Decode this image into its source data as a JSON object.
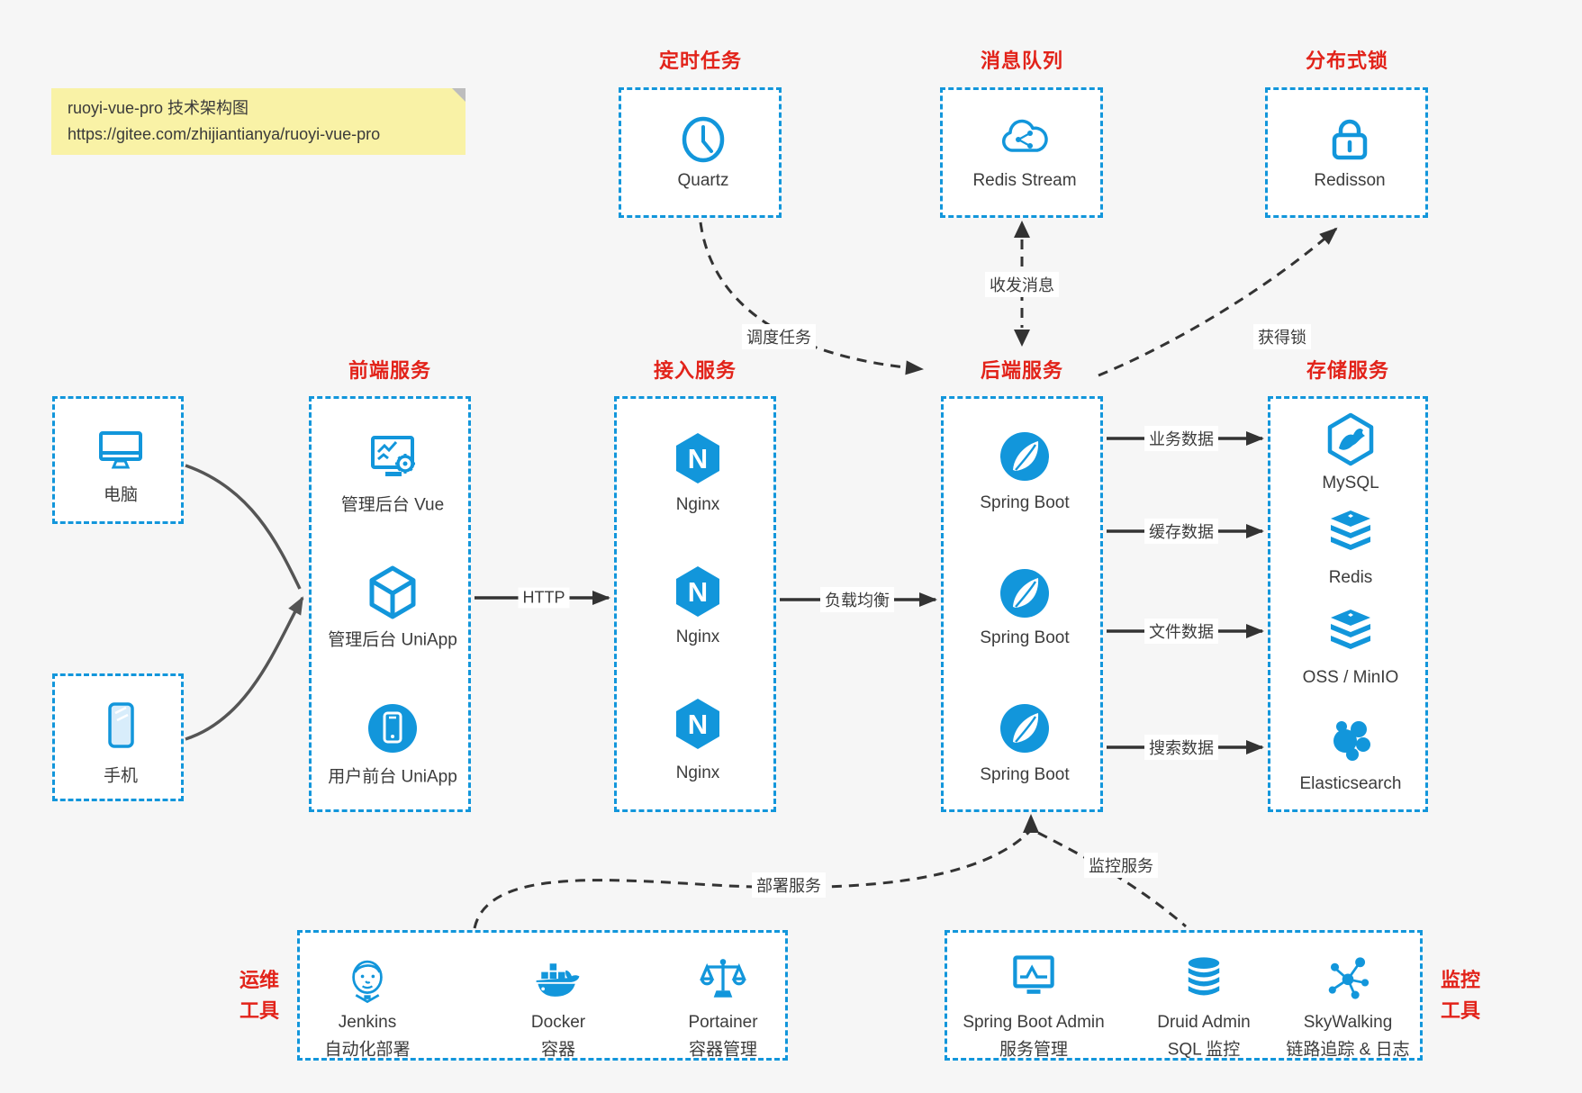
{
  "note": {
    "line1": "ruoyi-vue-pro 技术架构图",
    "line2": "https://gitee.com/zhijiantianya/ruoyi-vue-pro"
  },
  "colors": {
    "accent_blue": "#1296db",
    "title_red": "#e2231a",
    "note_yellow": "#f9f2a6",
    "arrow_dark": "#333333"
  },
  "top_groups": [
    {
      "title": "定时任务",
      "label": "Quartz",
      "icon": "clock-icon"
    },
    {
      "title": "消息队列",
      "label": "Redis Stream",
      "icon": "cloud-stream-icon"
    },
    {
      "title": "分布式锁",
      "label": "Redisson",
      "icon": "lock-icon"
    }
  ],
  "clients": [
    {
      "label": "电脑",
      "icon": "desktop-icon"
    },
    {
      "label": "手机",
      "icon": "phone-icon"
    }
  ],
  "columns": [
    {
      "title": "前端服务",
      "items": [
        {
          "label": "管理后台 Vue"
        },
        {
          "label": "管理后台 UniApp"
        },
        {
          "label": "用户前台 UniApp"
        }
      ]
    },
    {
      "title": "接入服务",
      "items": [
        {
          "label": "Nginx"
        },
        {
          "label": "Nginx"
        },
        {
          "label": "Nginx"
        }
      ]
    },
    {
      "title": "后端服务",
      "items": [
        {
          "label": "Spring Boot"
        },
        {
          "label": "Spring Boot"
        },
        {
          "label": "Spring Boot"
        }
      ]
    },
    {
      "title": "存储服务",
      "items": [
        {
          "label": "MySQL"
        },
        {
          "label": "Redis"
        },
        {
          "label": "OSS / MinIO"
        },
        {
          "label": "Elasticsearch"
        }
      ]
    }
  ],
  "edges": {
    "http": "HTTP",
    "load_balance": "负载均衡",
    "schedule": "调度任务",
    "message": "收发消息",
    "lock": "获得锁",
    "business": "业务数据",
    "cache": "缓存数据",
    "file": "文件数据",
    "search": "搜索数据",
    "deploy": "部署服务",
    "monitor": "监控服务"
  },
  "bottom_groups": [
    {
      "side": [
        "运维",
        "工具"
      ],
      "items": [
        {
          "name": "Jenkins",
          "desc": "自动化部署"
        },
        {
          "name": "Docker",
          "desc": "容器"
        },
        {
          "name": "Portainer",
          "desc": "容器管理"
        }
      ]
    },
    {
      "side": [
        "监控",
        "工具"
      ],
      "items": [
        {
          "name": "Spring Boot Admin",
          "desc": "服务管理"
        },
        {
          "name": "Druid Admin",
          "desc": "SQL 监控"
        },
        {
          "name": "SkyWalking",
          "desc": "链路追踪 & 日志"
        }
      ]
    }
  ]
}
